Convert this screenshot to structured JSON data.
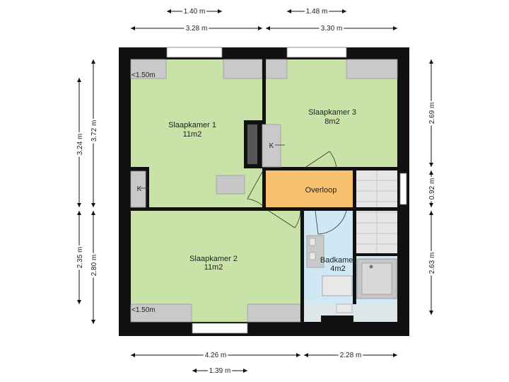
{
  "rooms": [
    {
      "name": "Slaapkamer 1",
      "area": "11m2",
      "color": "#c9e2a8"
    },
    {
      "name": "Slaapkamer 3",
      "area": "8m2",
      "color": "#c9e2a8"
    },
    {
      "name": "Slaapkamer 2",
      "area": "11m2",
      "color": "#c9e2a8"
    },
    {
      "name": "Overloop",
      "color": "#f7c170"
    },
    {
      "name": "Badkamer",
      "area": "4m2",
      "color": "#cfe8f3"
    }
  ],
  "labels": {
    "closet_1": "K",
    "closet_2": "K",
    "low_ceiling_1": "<1.50m",
    "low_ceiling_2": "<1.50m"
  },
  "dimensions": {
    "top_1": "1.40 m",
    "top_2": "1.48 m",
    "top_3": "3.28 m",
    "top_4": "3.30 m",
    "left_1": "3.24 m",
    "left_2": "3.72 m",
    "left_3": "2.35 m",
    "left_4": "2.80 m",
    "right_1": "2.69 m",
    "right_2": "0.92 m",
    "right_3": "2.63 m",
    "bottom_1": "4.26 m",
    "bottom_2": "2.28 m",
    "bottom_3": "1.39 m"
  },
  "colors": {
    "wall": "#111111",
    "fixture": "#c9c9c9",
    "stairs": "#e6e6e6"
  }
}
